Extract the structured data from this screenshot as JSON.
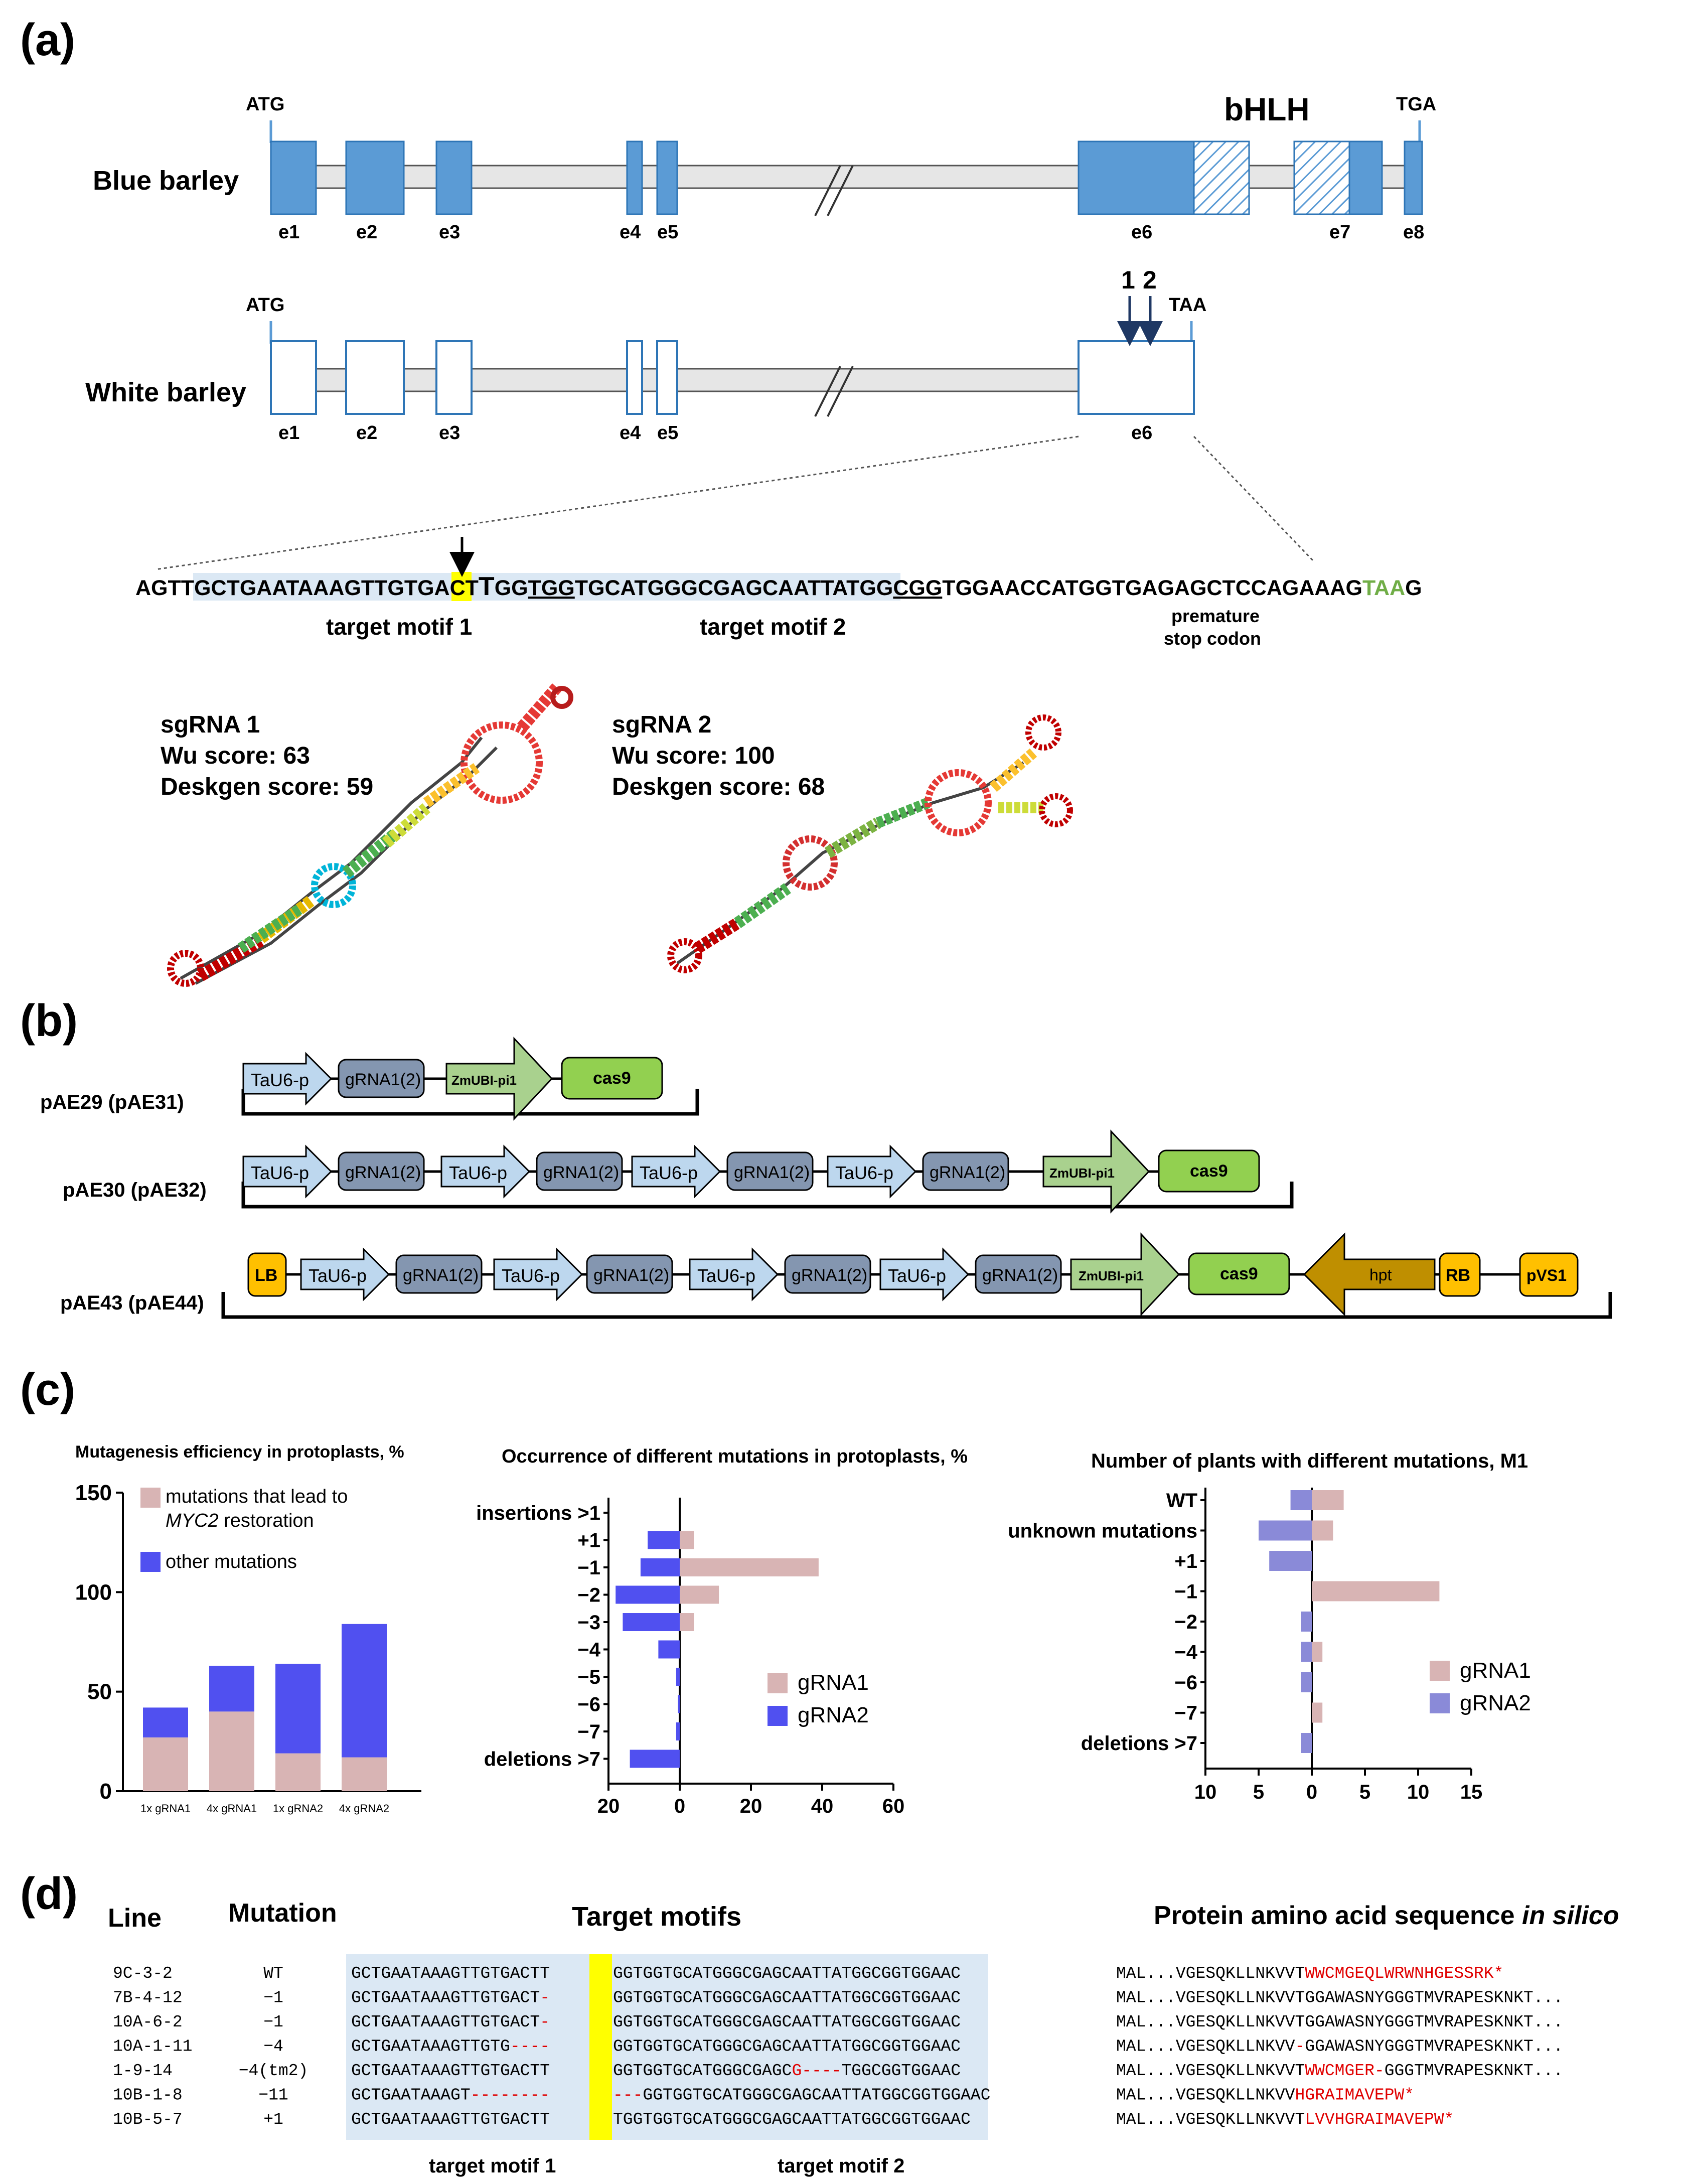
{
  "panels": [
    "(a)",
    "(b)",
    "(c)",
    "(d)"
  ],
  "gene": {
    "blue_label": "Blue barley",
    "white_label": "White barley",
    "atg": "ATG",
    "tga": "TGA",
    "taa": "TAA",
    "bhlh": "bHLH",
    "exons_blue": [
      "e1",
      "e2",
      "e3",
      "e4",
      "e5",
      "e6",
      "e7",
      "e8"
    ],
    "exons_white": [
      "e1",
      "e2",
      "e3",
      "e4",
      "e5",
      "e6"
    ],
    "arrow1": "1",
    "arrow2": "2"
  },
  "sequence": {
    "part1": "AGTT",
    "motif1a": "GCTGAATAAAGTTGTGACT",
    "highlight": "T",
    "pam1": "GG",
    "tgg": "TGG",
    "motif2": "TGCATGGGCGAGCAATTATGG",
    "cgg": "CGG",
    "tail": "TGGAACCATGGTGAGAGCTCCAGAAAG",
    "stop": "TAA",
    "end": "G",
    "target1": "target motif 1",
    "target2": "target motif 2",
    "premature": "premature",
    "stop_codon": "stop codon"
  },
  "sgrna": [
    {
      "name": "sgRNA 1",
      "wu": "Wu score: 63",
      "deskgen": "Deskgen score: 59"
    },
    {
      "name": "sgRNA 2",
      "wu": "Wu score: 100",
      "deskgen": "Deskgen score: 68"
    }
  ],
  "constructs": [
    {
      "name": "pAE29 (pAE31)"
    },
    {
      "name": "pAE30 (pAE32)"
    },
    {
      "name": "pAE43 (pAE44)"
    }
  ],
  "parts": {
    "tau6": "TaU6-p",
    "grna": "gRNA1(2)",
    "zmubi": "ZmUBI-pi1",
    "cas9": "cas9",
    "lb": "LB",
    "rb": "RB",
    "hpt": "hpt",
    "pvs1": "pVS1"
  },
  "colors": {
    "exon_blue": "#5b9bd5",
    "intron": "#e6e6e6",
    "pink": "#d8b4b4",
    "blue_bar": "#5050f0",
    "blue_bar_light": "#8a8ad8",
    "motif_bg": "#dbe8f4",
    "yellow": "#ffff00",
    "red": "#e00000",
    "green": "#70ad47",
    "part_light": "#bdd7ee",
    "part_dark": "#8496b0",
    "green_light": "#a9d18e",
    "green_bright": "#92d050",
    "orange": "#ffc000",
    "brown": "#bf8f00"
  },
  "chart_data": [
    {
      "type": "bar",
      "title": "Mutagenesis efficiency in protoplasts, %",
      "categories": [
        "1x gRNA1",
        "4x gRNA1",
        "1x gRNA2",
        "4x gRNA2"
      ],
      "series": [
        {
          "name": "mutations that lead to MYC2 restoration",
          "values": [
            27,
            40,
            19,
            17
          ]
        },
        {
          "name": "other mutations",
          "values": [
            15,
            23,
            45,
            67
          ]
        }
      ],
      "ylim": [
        0,
        150
      ],
      "yticks": [
        "0",
        "50",
        "100",
        "150"
      ],
      "legend_line1": "mutations that lead to",
      "legend_line2a": "MYC2",
      "legend_line2b": " restoration",
      "legend2": "other mutations"
    },
    {
      "type": "bar",
      "title": "Occurrence of different mutations in protoplasts, %",
      "categories": [
        "insertions >1",
        "+1",
        "−1",
        "−2",
        "−3",
        "−4",
        "−5",
        "−6",
        "−7",
        "deletions >7"
      ],
      "series": [
        {
          "name": "gRNA1",
          "values": [
            0,
            4,
            39,
            11,
            4,
            0,
            0,
            0,
            0,
            0
          ]
        },
        {
          "name": "gRNA2",
          "values": [
            0,
            9,
            11,
            18,
            16,
            6,
            1,
            0.5,
            1,
            14
          ]
        }
      ],
      "xticks": [
        "20",
        "0",
        "20",
        "40",
        "60"
      ]
    },
    {
      "type": "bar",
      "title": "Number of plants with different mutations, M1",
      "categories": [
        "WT",
        "unknown mutations",
        "+1",
        "−1",
        "−2",
        "−4",
        "−6",
        "−7",
        "deletions >7"
      ],
      "series": [
        {
          "name": "gRNA1",
          "values": [
            3,
            2,
            0,
            12,
            0,
            1,
            0,
            1,
            0
          ]
        },
        {
          "name": "gRNA2",
          "values": [
            2,
            5,
            4,
            0,
            1,
            1,
            1,
            0,
            1
          ]
        }
      ],
      "xticks": [
        "10",
        "5",
        "0",
        "5",
        "10",
        "15"
      ]
    }
  ],
  "table": {
    "headers": {
      "line": "Line",
      "mutation": "Mutation",
      "motifs": "Target motifs",
      "protein_a": "Protein amino acid sequence ",
      "protein_b": "in silico"
    },
    "rows": [
      {
        "line": "9C-3-2",
        "mut": "WT",
        "seqA": "GCTGAATAAAGTTGTGACTT",
        "seqB": " GGTGGTGCATGGGCGAGCAATTATGGCGGTGGAAC",
        "prot_a": "MAL...VGESQKLLNKVVT",
        "prot_b": "WWCMGEQLWRWNHGESSRK*",
        "prot_c": ""
      },
      {
        "line": "7B-4-12",
        "mut": "−1",
        "seqA": "GCTGAATAAAGTTGTGACT-",
        "seqB": " GGTGGTGCATGGGCGAGCAATTATGGCGGTGGAAC",
        "prot_a": "MAL...VGESQKLLNKVVTGGAWASNYGGGTMVRAPESKNKT...",
        "prot_b": "",
        "prot_c": ""
      },
      {
        "line": "10A-6-2",
        "mut": "−1",
        "seqA": "GCTGAATAAAGTTGTGACT-",
        "seqB": " GGTGGTGCATGGGCGAGCAATTATGGCGGTGGAAC",
        "prot_a": "MAL...VGESQKLLNKVVTGGAWASNYGGGTMVRAPESKNKT...",
        "prot_b": "",
        "prot_c": ""
      },
      {
        "line": "10A-1-11",
        "mut": "−4",
        "seqA": "GCTGAATAAAGTTGTG----",
        "seqB": " GGTGGTGCATGGGCGAGCAATTATGGCGGTGGAAC",
        "prot_a": "MAL...VGESQKLLNKVV",
        "prot_b": "-",
        "prot_c": "GGAWASNYGGGTMVRAPESKNKT..."
      },
      {
        "line": "1-9-14",
        "mut": "−4(tm2)",
        "seqA": "GCTGAATAAAGTTGTGACTT",
        "seqB": " GGTGGTGCATGGGCGAGCG----TGGCGGTGGAAC",
        "prot_a": "MAL...VGESQKLLNKVVT",
        "prot_b": "WWCMGER-",
        "prot_c": "GGGTMVRAPESKNKT..."
      },
      {
        "line": "10B-1-8",
        "mut": "−11",
        "seqA": "GCTGAATAAAGT--------",
        "seqB": "---GGTGGTGCATGGGCGAGCAATTATGGCGGTGGAAC",
        "prot_a": "MAL...VGESQKLLNKVV",
        "prot_b": "HGRAIMAVEPW*",
        "prot_c": ""
      },
      {
        "line": "10B-5-7",
        "mut": "+1",
        "seqA": "GCTGAATAAAGTTGTGACTT",
        "seqB": "TGGTGGTGCATGGGCGAGCAATTATGGCGGTGGAAC",
        "prot_a": "MAL...VGESQKLLNKVVT",
        "prot_b": "LVVHGRAIMAVEPW*",
        "prot_c": ""
      }
    ],
    "footer1": "target motif 1",
    "footer2": "target motif 2"
  }
}
